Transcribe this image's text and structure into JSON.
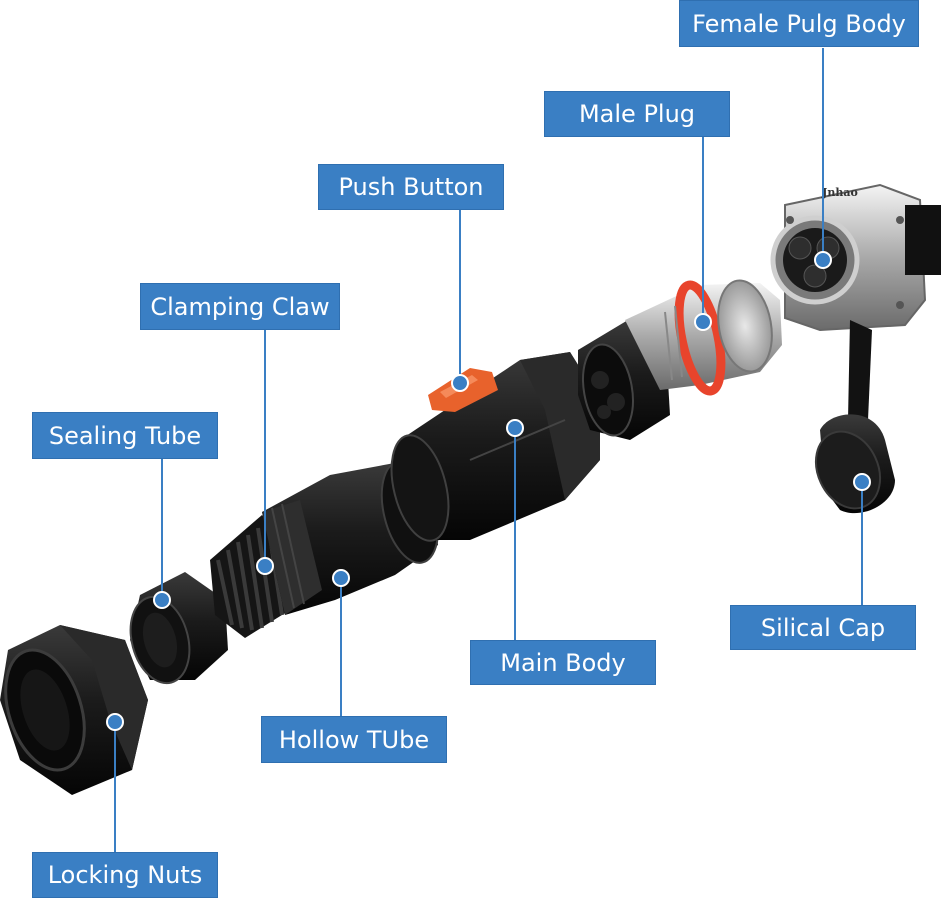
{
  "labels": {
    "female_plug_body": "Female Pulg Body",
    "male_plug": "Male Plug",
    "push_button": "Push Button",
    "clamping_claw": "Clamping Claw",
    "sealing_tube": "Sealing Tube",
    "silical_cap": "Silical Cap",
    "main_body": "Main Body",
    "hollow_tube": "Hollow TUbe",
    "locking_nuts": "Locking Nuts"
  },
  "brand_marking": "Jnhao",
  "colors": {
    "label_bg": "#3a7fc4",
    "label_text": "#ffffff",
    "leader_line": "#3a7fc4",
    "pointer_dot": "#3a7fc4",
    "push_button": "#e8622c",
    "sealing_ring": "#e8442c",
    "metal": "#c8c8c8",
    "body": "#1a1a1a"
  }
}
